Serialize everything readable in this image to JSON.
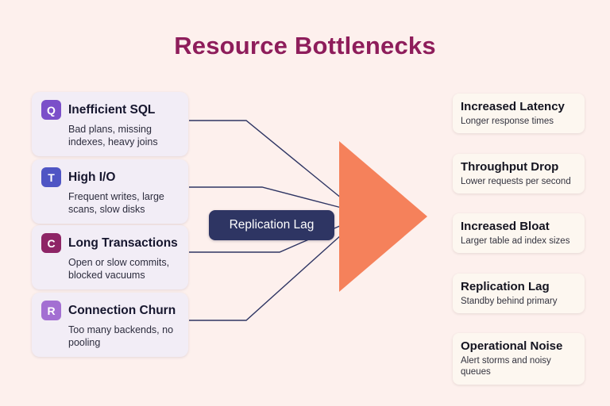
{
  "title": "Resource Bottlenecks",
  "colors": {
    "background": "#fdf0ed",
    "title": "#8e1d5b",
    "triangle": "#f5815b",
    "line": "#2e3563",
    "center_label_bg": "#2e3563",
    "cause_card_bg": "#f2edf6",
    "effect_card_bg": "#fdf7f0"
  },
  "center_label": "Replication Lag",
  "causes": [
    {
      "badge": "Q",
      "badge_color": "#7b4fc9",
      "title": "Inefficient SQL",
      "description": "Bad plans, missing indexes, heavy joins"
    },
    {
      "badge": "T",
      "badge_color": "#4f55c4",
      "title": "High I/O",
      "description": "Frequent writes, large scans, slow disks"
    },
    {
      "badge": "C",
      "badge_color": "#8e2566",
      "title": "Long Transactions",
      "description": "Open or slow commits, blocked vacuums"
    },
    {
      "badge": "R",
      "badge_color": "#a36fd2",
      "title": "Connection Churn",
      "description": "Too many backends, no pooling"
    }
  ],
  "effects": [
    {
      "title": "Increased Latency",
      "description": "Longer response times"
    },
    {
      "title": "Throughput Drop",
      "description": "Lower requests per second"
    },
    {
      "title": "Increased Bloat",
      "description": "Larger table ad index sizes"
    },
    {
      "title": "Replication Lag",
      "description": "Standby behind primary"
    },
    {
      "title": "Operational Noise",
      "description": "Alert storms and noisy queues"
    }
  ]
}
